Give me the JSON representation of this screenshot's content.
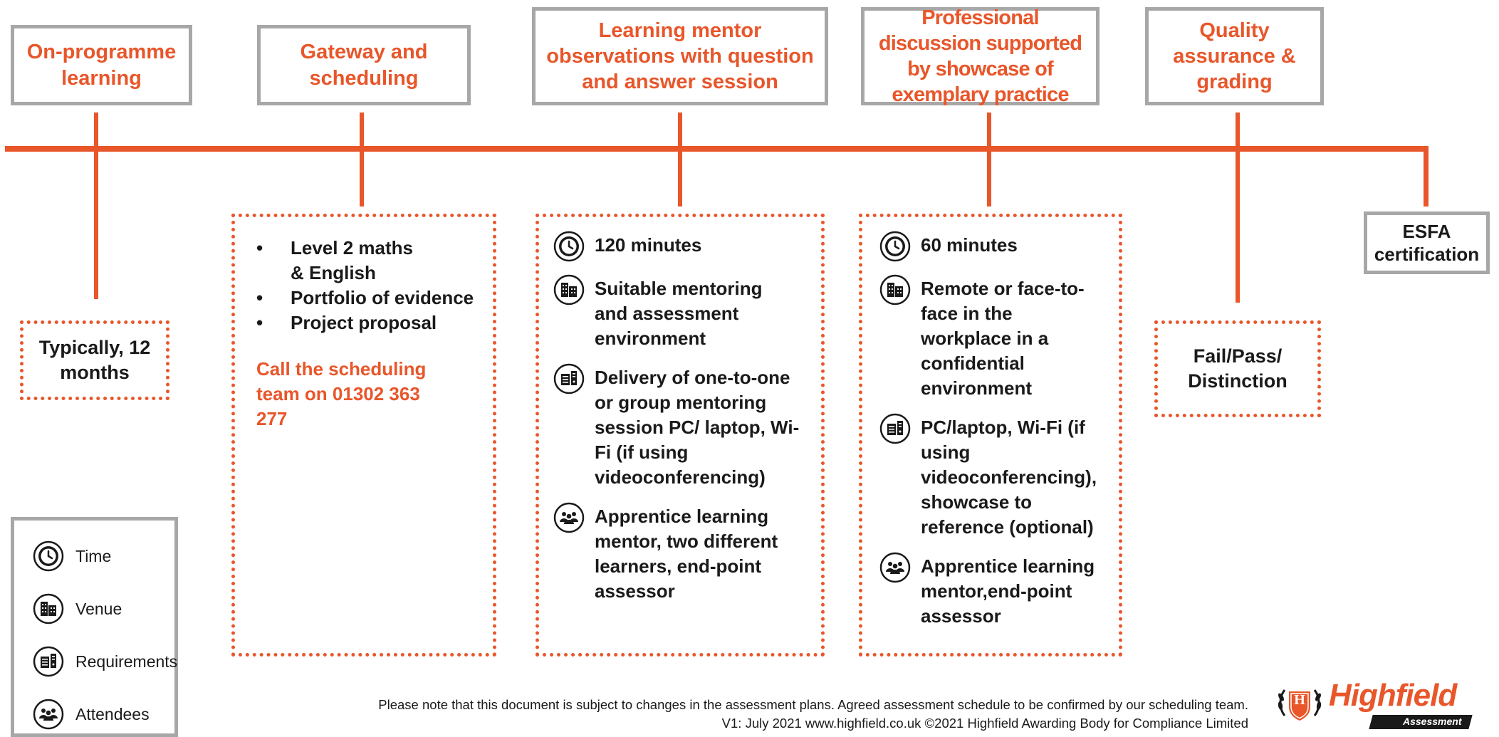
{
  "stages": {
    "on_programme": "On-programme learning",
    "gateway": "Gateway and scheduling",
    "observations": "Learning mentor observations with question and answer session",
    "discussion": "Professional discussion supported by showcase of exemplary practice",
    "quality": "Quality assurance & grading",
    "esfa": "ESFA certification"
  },
  "on_programme_detail": "Typically, 12 months",
  "gateway_detail": {
    "bullets": [
      "Level 2 maths & English",
      "Portfolio of evidence",
      "Project proposal"
    ],
    "call": "Call the scheduling team on 01302 363 277"
  },
  "observations_detail": {
    "time": "120 minutes",
    "venue": "Suitable mentoring and assessment environment",
    "requirements": "Delivery of one-to-one or group mentoring session PC/ laptop, Wi-Fi (if using videoconferencing)",
    "attendees": "Apprentice learning mentor, two different learners, end-point assessor"
  },
  "discussion_detail": {
    "time": "60 minutes",
    "venue": "Remote or face-to-face in the workplace in a confidential environment",
    "requirements": "PC/laptop, Wi-Fi (if using videoconferencing), showcase to reference (optional)",
    "attendees": "Apprentice learning mentor,end-point assessor"
  },
  "quality_detail": "Fail/Pass/ Distinction",
  "legend": {
    "time": "Time",
    "venue": "Venue",
    "requirements": "Requirements",
    "attendees": "Attendees"
  },
  "footer": {
    "line1": "Please note that this document is subject to changes in the assessment plans.  Agreed assessment schedule to be confirmed by our scheduling team.",
    "line2": "V1: July 2021   www.highfield.co.uk   ©2021 Highfield Awarding Body for Compliance Limited"
  },
  "logo": {
    "name": "Highfield",
    "sub": "Assessment",
    "badge_letter": "H"
  },
  "icons": [
    "clock-icon",
    "building-icon",
    "requirements-icon",
    "attendees-icon"
  ],
  "colors": {
    "accent": "#e8562a",
    "box_border": "#a7a7a7",
    "text": "#1a1a1a"
  }
}
